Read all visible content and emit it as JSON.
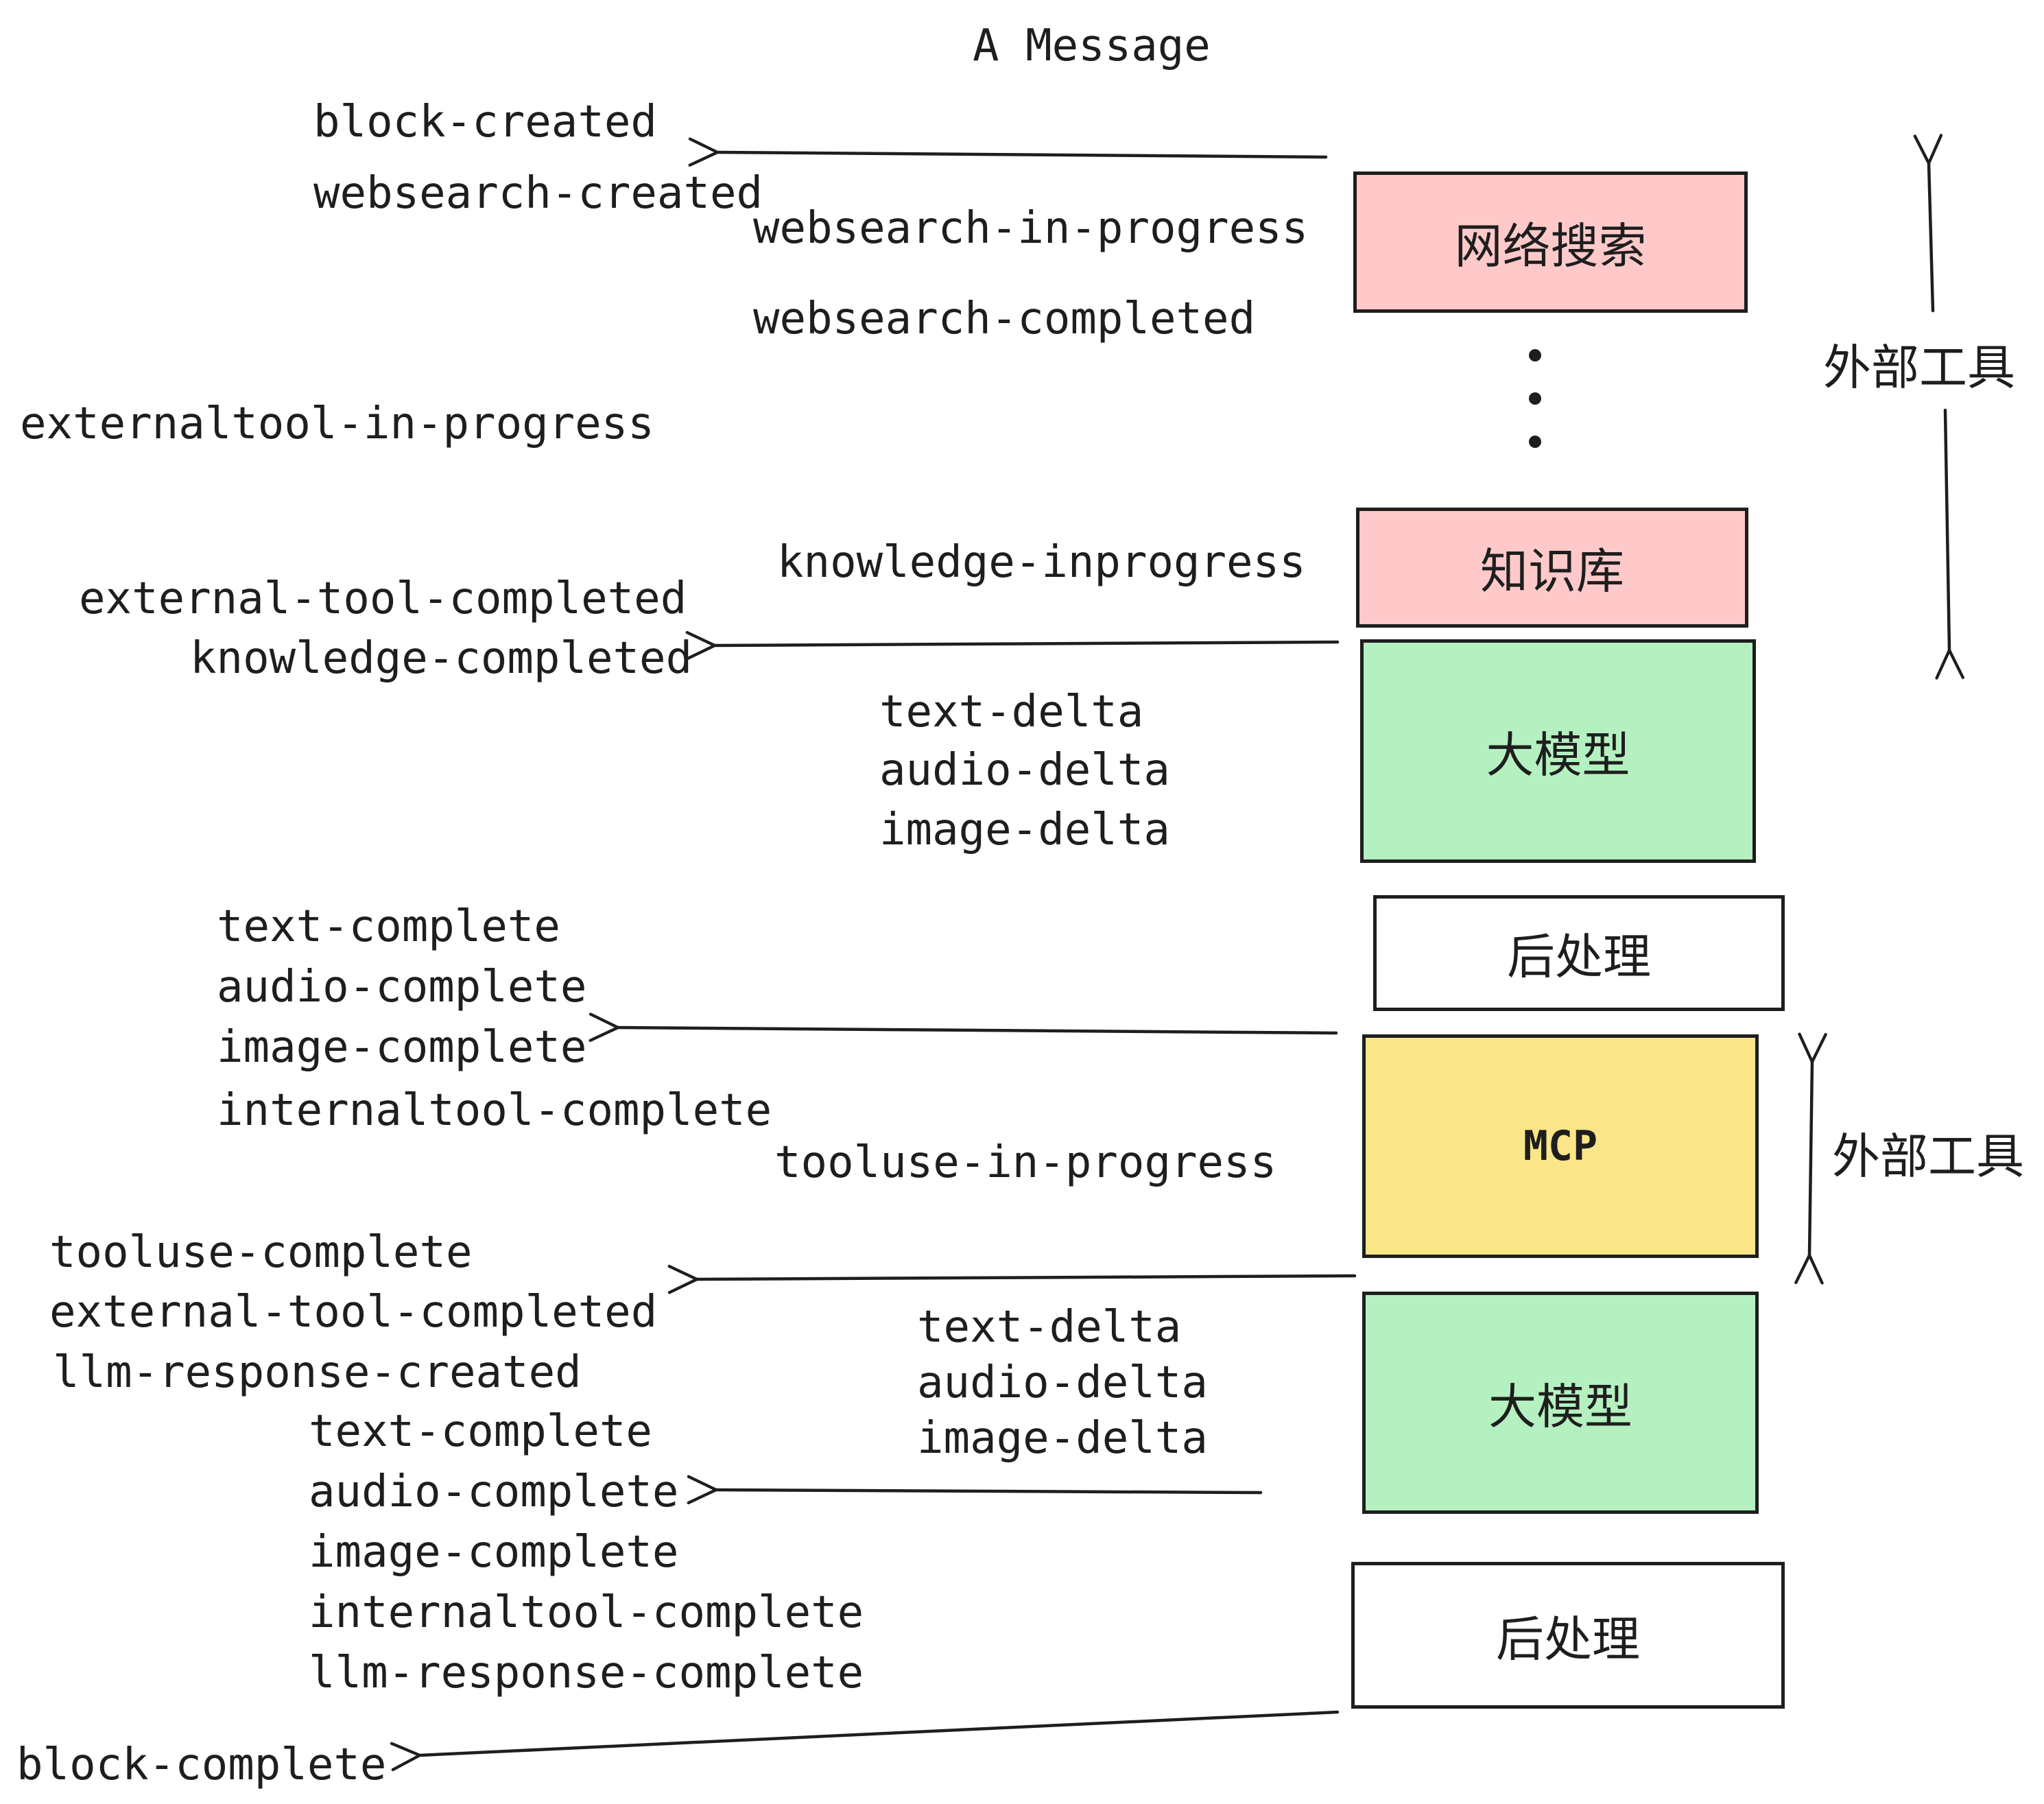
{
  "title": "A Message",
  "palette": {
    "ink": "#1e1e1e",
    "pink": "#ffc9c9",
    "green": "#b5f1c0",
    "yellow": "#fae588",
    "white": "#ffffff"
  },
  "boxes": {
    "websearch": "网络搜索",
    "knowledge": "知识库",
    "llm1": "大模型",
    "post1": "后处理",
    "mcp": "MCP",
    "llm2": "大模型",
    "post2": "后处理"
  },
  "side_labels": {
    "external_tools_top": "外部工具",
    "external_tools_mcp": "外部工具"
  },
  "events": {
    "block_created": "block-created",
    "websearch_created": "websearch-created",
    "websearch_in_progress": "websearch-in-progress",
    "websearch_completed": "websearch-completed",
    "externaltool_in_progress": "externaltool-in-progress",
    "knowledge_inprogress": "knowledge-inprogress",
    "external_tool_completed_1": "external-tool-completed",
    "knowledge_completed": "knowledge-completed",
    "delta_group_1": [
      "text-delta",
      "audio-delta",
      "image-delta"
    ],
    "complete_group_1": [
      "text-complete",
      "audio-complete",
      "image-complete",
      "internaltool-complete"
    ],
    "tooluse_in_progress": "tooluse-in-progress",
    "tooluse_complete": "tooluse-complete",
    "external_tool_completed_2": "external-tool-completed",
    "llm_response_created": "llm-response-created",
    "complete_group_2": [
      "text-complete",
      "audio-complete",
      "image-complete",
      "internaltool-complete",
      "llm-response-complete"
    ],
    "delta_group_2": [
      "text-delta",
      "audio-delta",
      "image-delta"
    ],
    "block_complete": "block-complete"
  }
}
